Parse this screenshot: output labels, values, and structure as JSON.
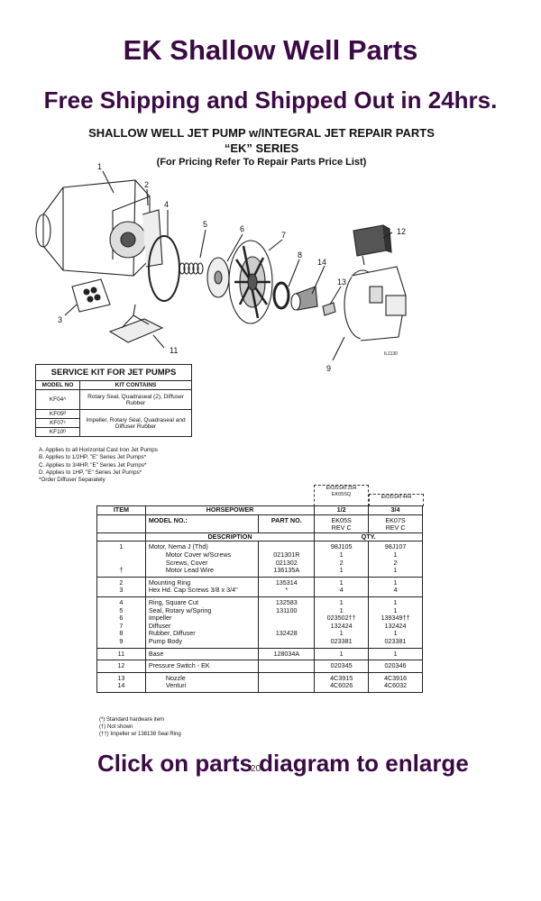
{
  "header": {
    "title": "EK Shallow Well Parts",
    "shipping": "Free Shipping and Shipped Out in 24hrs."
  },
  "document": {
    "heading1": "SHALLOW WELL JET PUMP w/INTEGRAL JET REPAIR PARTS",
    "heading2": "“EK” SERIES",
    "heading3": "(For Pricing Refer To Repair Parts Price List)"
  },
  "diagram": {
    "callouts": [
      "1",
      "2",
      "3",
      "4",
      "5",
      "6",
      "7",
      "8",
      "9",
      "11",
      "12",
      "13",
      "14"
    ],
    "ref_code": "IL1130"
  },
  "service_kit": {
    "title": "SERVICE KIT FOR JET PUMPS",
    "col_model": "MODEL NO",
    "col_contains": "KIT CONTAINS",
    "rows": [
      {
        "model": "KF04ᴬ",
        "contents": "Rotary Seal, Quadraseal (2), Diffuser Rubber"
      },
      {
        "model": "KF05ᴮ"
      },
      {
        "model": "KF07ᶜ",
        "contents": "Impeller, Rotary Seal, Quadraseal and Diffuser Rubber"
      },
      {
        "model": "KF10ᴰ"
      }
    ],
    "notes": [
      "A.  Applies to all Horizontal Cast Iron Jet Pumps",
      "B.  Applies to 1/2HP, \"E\" Series Jet Pumps*",
      "C.  Applies to 3/4HP, \"E\" Series Jet Pumps*",
      "D.  Applies to 1HP, \"E\" Series Jet Pumps*",
      "*Order Diffuser Separately"
    ]
  },
  "parts_table": {
    "box1": [
      "EK05SAT25H",
      "EK05SQ"
    ],
    "box2": "EK05SAT44H",
    "col_item": "ITEM",
    "col_hp": "HORSEPOWER",
    "hp1": "1/2",
    "hp2": "3/4",
    "model_label": "MODEL NO.:",
    "part_label": "PART NO.",
    "model1": [
      "EK05S",
      "REV C"
    ],
    "model2": [
      "EK07S",
      "REV C"
    ],
    "desc_label": "DESCRIPTION",
    "qty_label": "QTY.",
    "groups": [
      {
        "rows": [
          {
            "item": "1",
            "desc": "Motor, Nema J (Thd)",
            "ind": false,
            "part": "",
            "q1": "98J105",
            "q2": "98J107"
          },
          {
            "item": "",
            "desc": "Motor Cover w/Screws",
            "ind": true,
            "part": "021301R",
            "q1": "1",
            "q2": "1"
          },
          {
            "item": "",
            "desc": "Screws, Cover",
            "ind": true,
            "part": "021302",
            "q1": "2",
            "q2": "2"
          },
          {
            "item": "†",
            "desc": "Motor Lead Wire",
            "ind": true,
            "part": "136135A",
            "q1": "1",
            "q2": "1"
          }
        ]
      },
      {
        "rows": [
          {
            "item": "2",
            "desc": "Mounting Ring",
            "ind": false,
            "part": "135314",
            "q1": "1",
            "q2": "1"
          },
          {
            "item": "3",
            "desc": "Hex Hd. Cap Screws 3/8 x 3/4\"",
            "ind": false,
            "part": "*",
            "q1": "4",
            "q2": "4"
          }
        ]
      },
      {
        "rows": [
          {
            "item": "4",
            "desc": "Ring, Square Cut",
            "ind": false,
            "part": "132583",
            "q1": "1",
            "q2": "1"
          },
          {
            "item": "5",
            "desc": "Seal, Rotary w/Spring",
            "ind": false,
            "part": "131100",
            "q1": "1",
            "q2": "1"
          },
          {
            "item": "6",
            "desc": "Impeller",
            "ind": false,
            "part": "",
            "q1": "023502††",
            "q2": "139349††"
          },
          {
            "item": "7",
            "desc": "Diffuser",
            "ind": false,
            "part": "",
            "q1": "132424",
            "q2": "132424"
          },
          {
            "item": "8",
            "desc": "Rubber, Diffuser",
            "ind": false,
            "part": "132428",
            "q1": "1",
            "q2": "1"
          },
          {
            "item": "9",
            "desc": "Pump Body",
            "ind": false,
            "part": "",
            "q1": "023381",
            "q2": "023381"
          }
        ]
      },
      {
        "rows": [
          {
            "item": "11",
            "desc": "Base",
            "ind": false,
            "part": "128034A",
            "q1": "1",
            "q2": "1"
          }
        ]
      },
      {
        "rows": [
          {
            "item": "12",
            "desc": "Pressure Switch - EK",
            "ind": false,
            "part": "",
            "q1": "020345",
            "q2": "020346"
          }
        ]
      },
      {
        "rows": [
          {
            "item": "13",
            "desc": "Nozzle",
            "ind": true,
            "part": "",
            "q1": "4C3915",
            "q2": "4C3916"
          },
          {
            "item": "14",
            "desc": "Venturi",
            "ind": true,
            "part": "",
            "q1": "4C6026",
            "q2": "4C6032"
          }
        ]
      }
    ],
    "legend": [
      "(*)    Standard hardware item",
      "(†)    Not shown",
      "(††)  Impeller w/ 138138 Seal Ring"
    ]
  },
  "footer": {
    "enlarge": "Click on parts diagram to enlarge",
    "page_number": "20"
  }
}
